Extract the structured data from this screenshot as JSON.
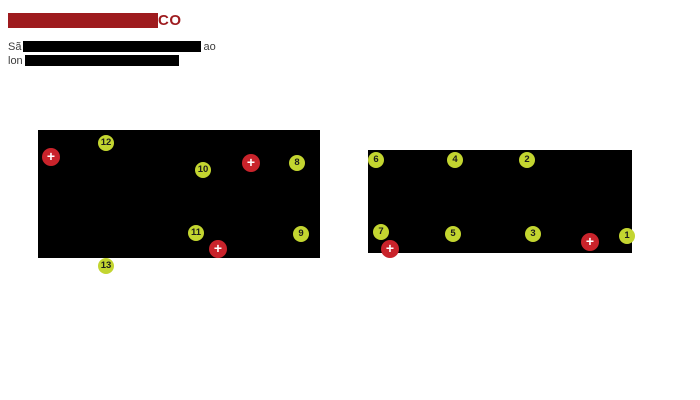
{
  "header": {
    "title_visible": "CO",
    "intro_line1_start": "Sã",
    "intro_line1_end": "ao",
    "intro_line2_start": "lon"
  },
  "colors": {
    "title_red": "#9e1b1e",
    "marker_yellow": "#c3d530",
    "marker_red": "#c9232b",
    "image_black": "#000000"
  },
  "icons": {
    "plus": "+"
  },
  "left_image": {
    "points": [
      {
        "label": "12"
      },
      {
        "label": "10"
      },
      {
        "label": "8"
      },
      {
        "label": "11"
      },
      {
        "label": "9"
      },
      {
        "label": "13"
      }
    ]
  },
  "right_image": {
    "points": [
      {
        "label": "6"
      },
      {
        "label": "4"
      },
      {
        "label": "2"
      },
      {
        "label": "7"
      },
      {
        "label": "5"
      },
      {
        "label": "3"
      },
      {
        "label": "1"
      }
    ]
  }
}
